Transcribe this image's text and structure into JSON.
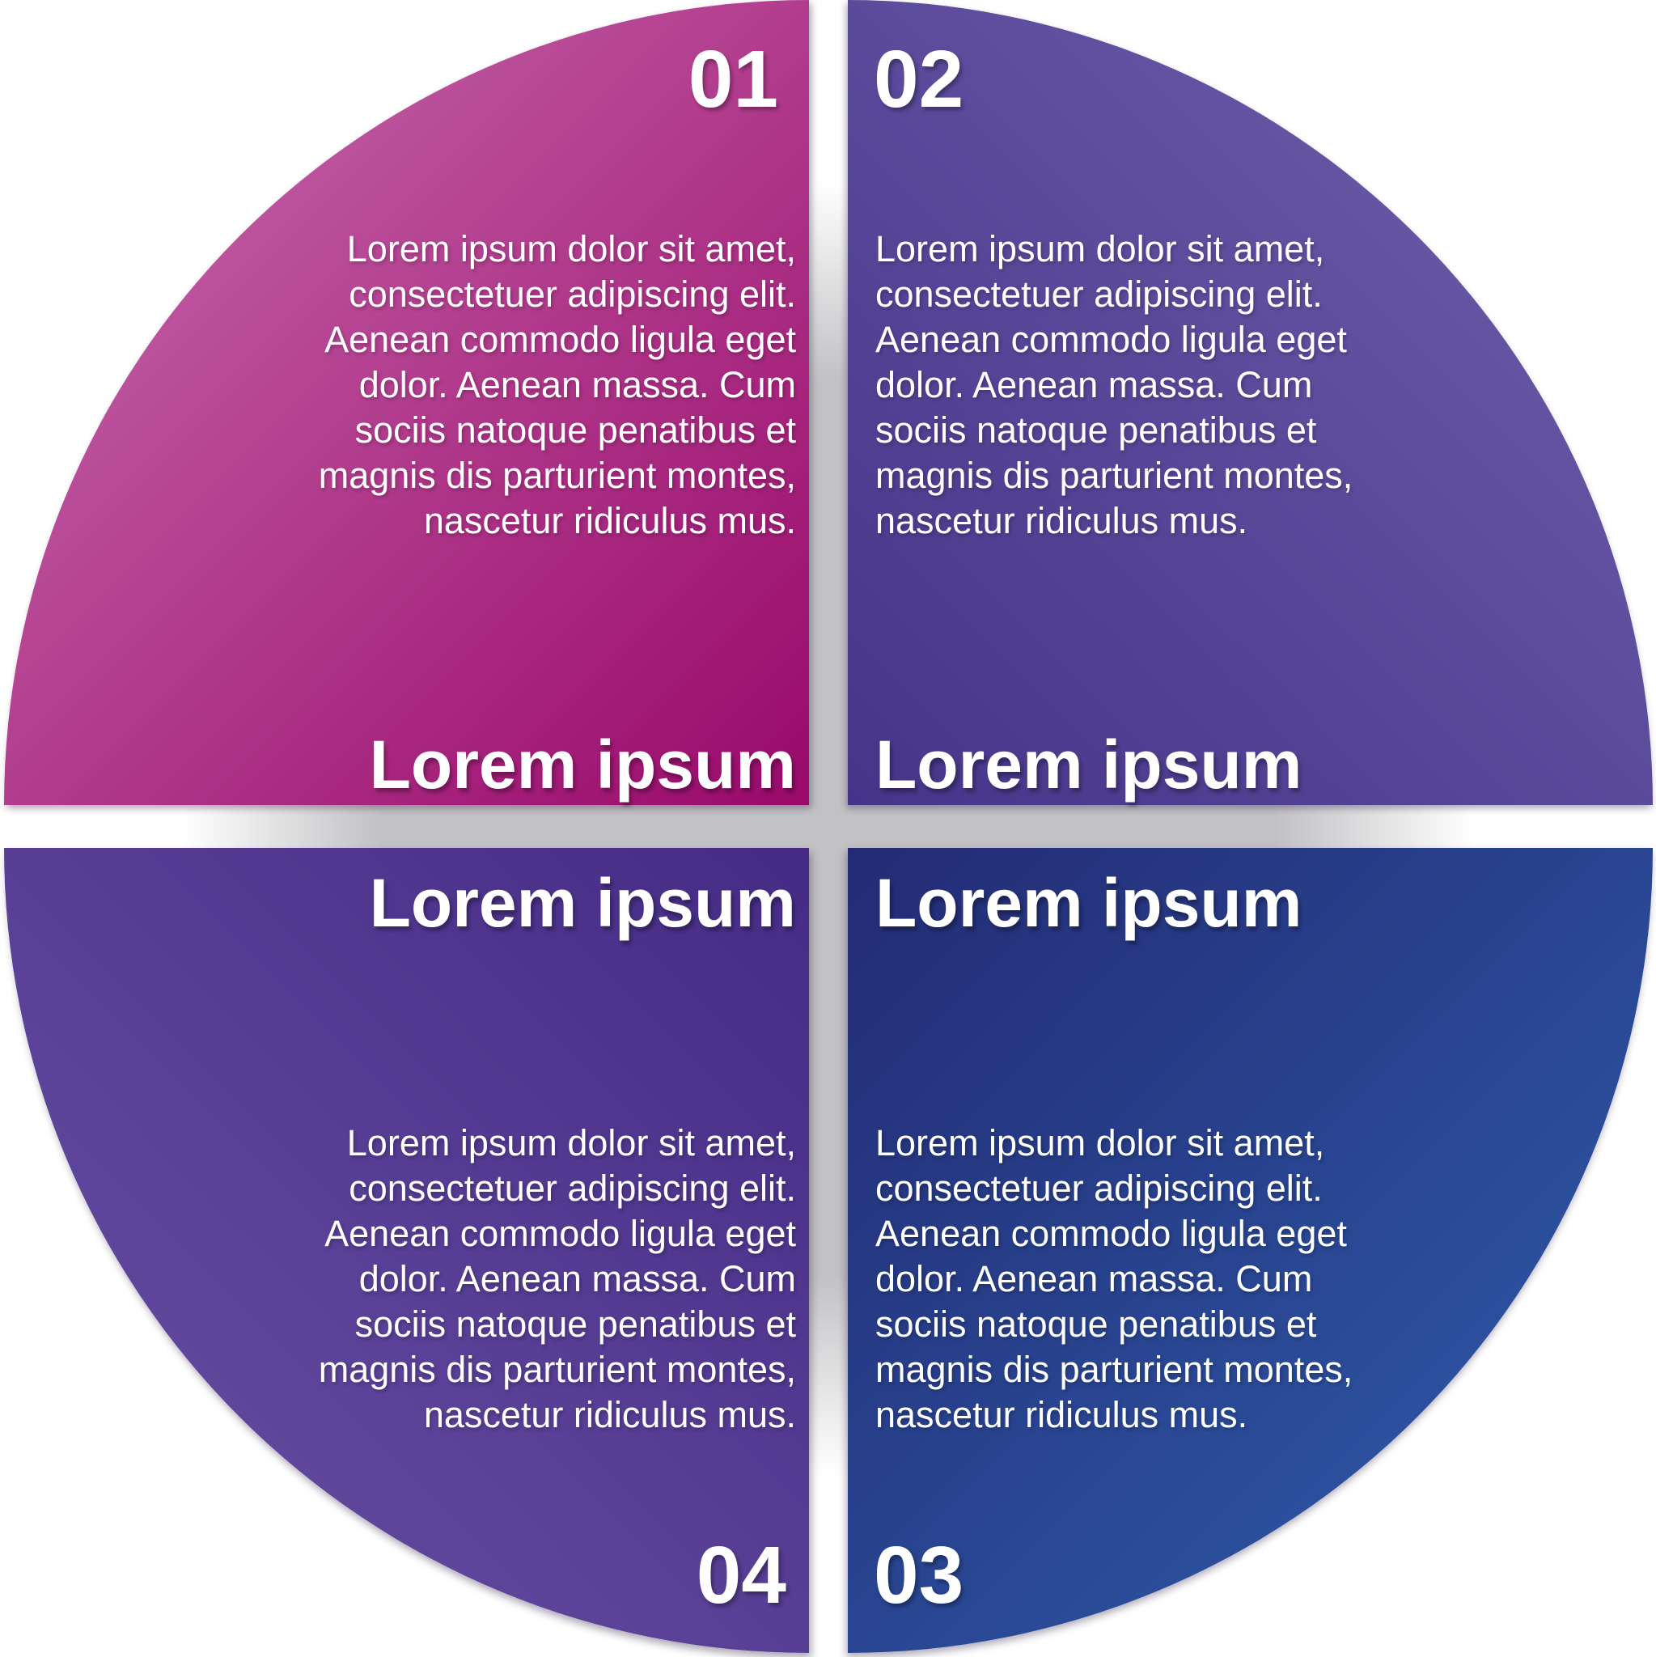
{
  "figure": {
    "kind": "circular four-step infographic",
    "background_color": "#ffffff",
    "divider_gray": "#c2c1c4"
  },
  "quadrants": [
    {
      "position": "top-left",
      "number": "01",
      "title": "Lorem ipsum",
      "body_lines": [
        "Lorem ipsum dolor sit amet,",
        "consectetuer adipiscing elit.",
        "Aenean commodo ligula eget",
        "dolor. Aenean massa. Cum",
        "sociis natoque penatibus et",
        "magnis dis parturient montes,",
        "nascetur ridiculus mus."
      ],
      "colors": {
        "outer": "#ca70b1",
        "inner": "#99096a"
      }
    },
    {
      "position": "top-right",
      "number": "02",
      "title": "Lorem ipsum",
      "body_lines": [
        "Lorem ipsum dolor sit amet,",
        "consectetuer adipiscing elit.",
        "Aenean commodo ligula eget",
        "dolor. Aenean massa. Cum",
        "sociis natoque penatibus et",
        "magnis dis parturient montes,",
        "nascetur ridiculus mus."
      ],
      "colors": {
        "outer": "#7061ac",
        "inner": "#463489"
      }
    },
    {
      "position": "bottom-right",
      "number": "03",
      "title": "Lorem ipsum",
      "body_lines": [
        "Lorem ipsum dolor sit amet,",
        "consectetuer adipiscing elit.",
        "Aenean commodo ligula eget",
        "dolor. Aenean massa. Cum",
        "sociis natoque penatibus et",
        "magnis dis parturient montes,",
        "nascetur ridiculus mus."
      ],
      "colors": {
        "outer": "#2f5fae",
        "inner": "#232b74"
      }
    },
    {
      "position": "bottom-left",
      "number": "04",
      "title": "Lorem ipsum",
      "body_lines": [
        "Lorem ipsum dolor sit amet,",
        "consectetuer adipiscing elit.",
        "Aenean commodo ligula eget",
        "dolor. Aenean massa. Cum",
        "sociis natoque penatibus et",
        "magnis dis parturient montes,",
        "nascetur ridiculus mus."
      ],
      "colors": {
        "outer": "#6b51a4",
        "inner": "#452b85"
      }
    }
  ]
}
